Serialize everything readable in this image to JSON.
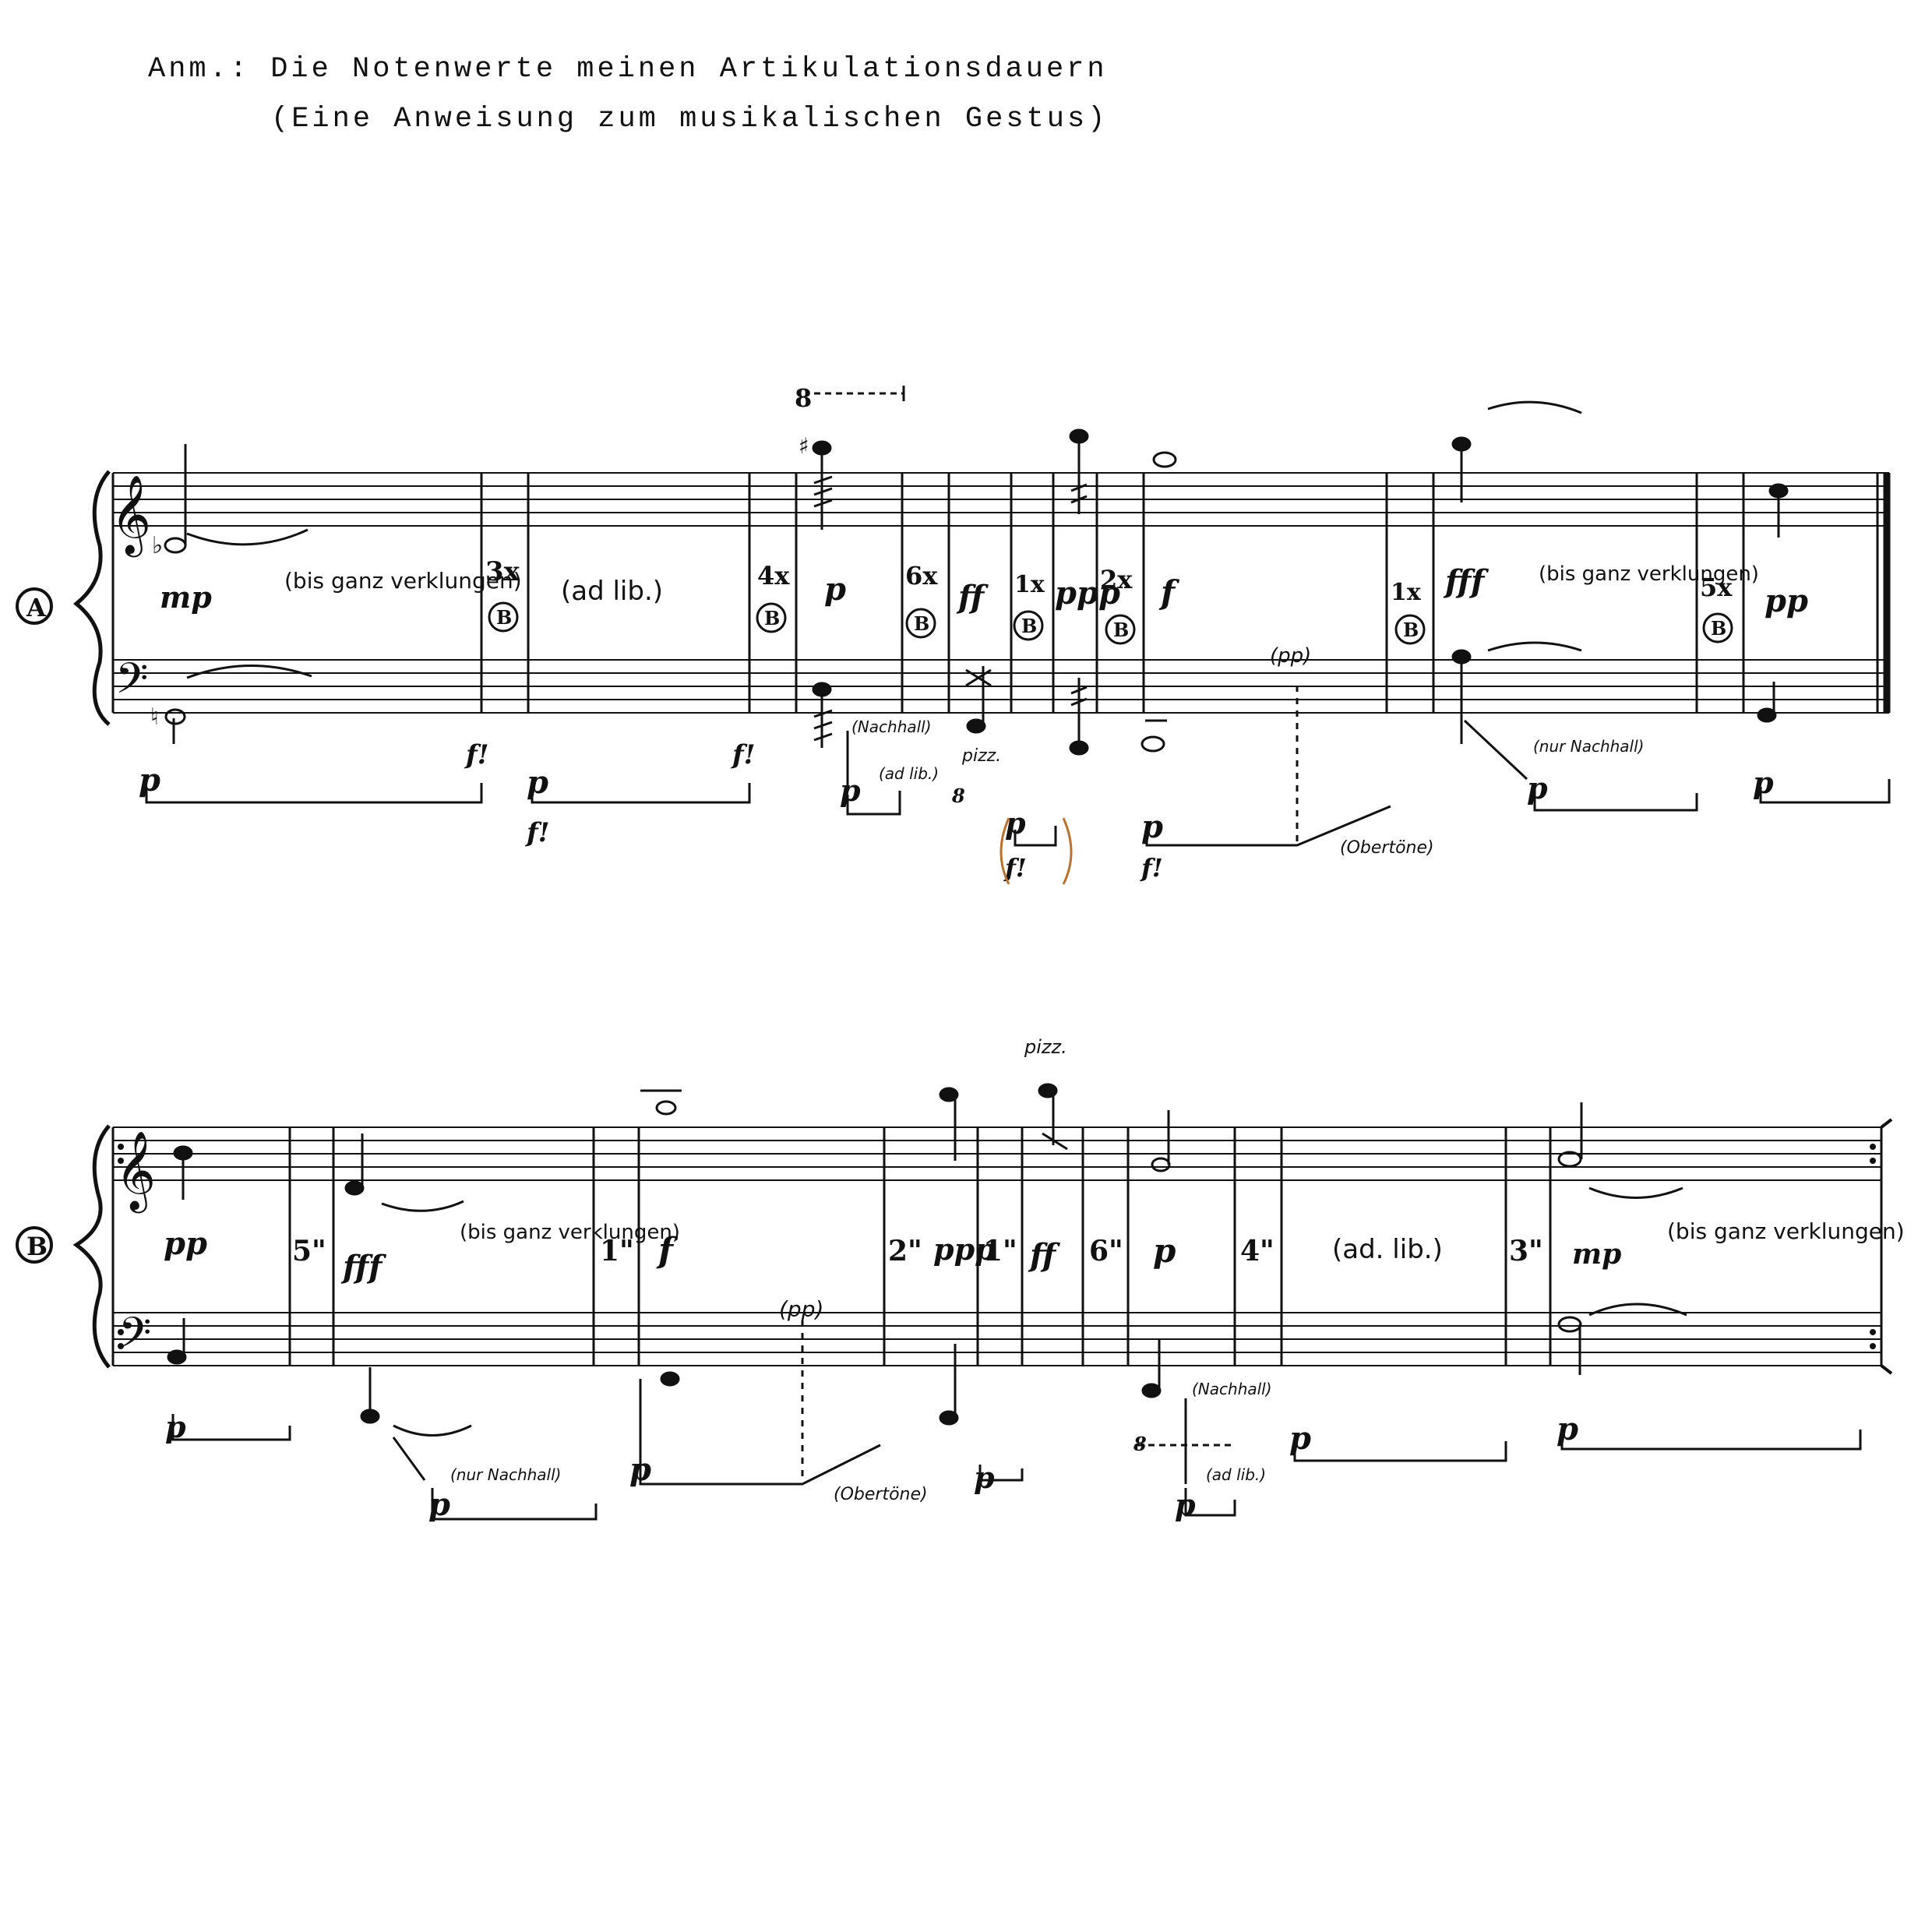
{
  "header": {
    "line1": "Anm.: Die Notenwerte meinen Artikulationsdauern",
    "line2": "(Eine Anweisung zum musikalischen Gestus)"
  },
  "systems": [
    {
      "label": "A",
      "dynamics": [
        "mp",
        "p",
        "ff",
        "ppp",
        "f",
        "fff",
        "pp"
      ],
      "repeats": [
        "3x",
        "4x",
        "6x",
        "1x",
        "2x",
        "1x",
        "5x"
      ],
      "repeat_target": "B",
      "texts": [
        "(bis ganz verklungen)",
        "(ad lib.)",
        "(bis ganz verklungen)"
      ],
      "below": [
        "p",
        "f!",
        "p",
        "f!",
        "p",
        "(ad lib.)",
        "(Nachhall)",
        "pizz.",
        "8",
        "p",
        "f!",
        "(pp)",
        "(Obertöne)",
        "(nur Nachhall)",
        "p"
      ],
      "ottava": "8"
    },
    {
      "label": "B",
      "dynamics": [
        "pp",
        "fff",
        "f",
        "ppp",
        "ff",
        "p",
        "mp"
      ],
      "timings": [
        "5\"",
        "1\"",
        "2\"",
        "1\"",
        "6\"",
        "4\"",
        "3\""
      ],
      "texts": [
        "(bis ganz verklungen)",
        "(ad. lib.)",
        "(bis ganz verklungen)"
      ],
      "below": [
        "p",
        "(nur Nachhall)",
        "p",
        "(pp)",
        "(Obertöne)",
        "p",
        "(Nachhall)",
        "(ad lib.)",
        "8",
        "pizz."
      ]
    }
  ]
}
